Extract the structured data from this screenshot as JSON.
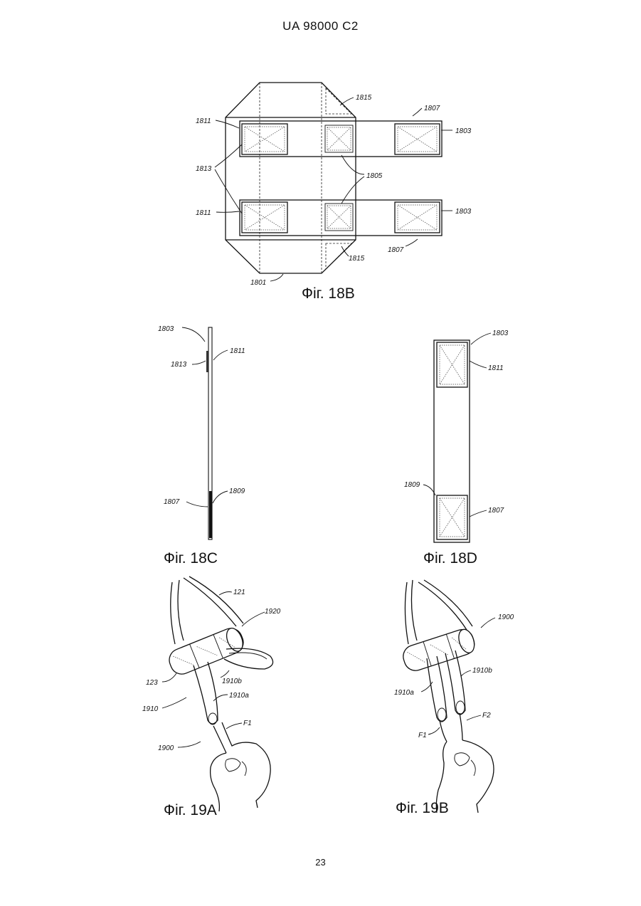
{
  "header": {
    "patent_id": "UA   98000   C2"
  },
  "page_number": "23",
  "figures": {
    "fig18b": {
      "caption": "Фіг. 18B",
      "labels": {
        "l1815a": "1815",
        "l1807a": "1807",
        "l1811a": "1811",
        "l1803a": "1803",
        "l1813": "1813",
        "l1805": "1805",
        "l1811b": "1811",
        "l1803b": "1803",
        "l1815b": "1815",
        "l1807b": "1807",
        "l1801": "1801"
      }
    },
    "fig18c": {
      "caption": "Фіг. 18C",
      "labels": {
        "l1803": "1803",
        "l1811": "1811",
        "l1813": "1813",
        "l1809": "1809",
        "l1807": "1807"
      }
    },
    "fig18d": {
      "caption": "Фіг. 18D",
      "labels": {
        "l1803": "1803",
        "l1811": "1811",
        "l1809": "1809",
        "l1807": "1807"
      }
    },
    "fig19a": {
      "caption": "Фіг. 19A",
      "labels": {
        "l121": "121",
        "l1920": "1920",
        "l123": "123",
        "l1910b": "1910b",
        "l1910a": "1910a",
        "l1910": "1910",
        "lF1": "F1",
        "l1900": "1900"
      }
    },
    "fig19b": {
      "caption": "Фіг. 19B",
      "labels": {
        "l1900": "1900",
        "l1910b": "1910b",
        "l1910a": "1910a",
        "lF2": "F2",
        "lF1": "F1"
      }
    }
  }
}
